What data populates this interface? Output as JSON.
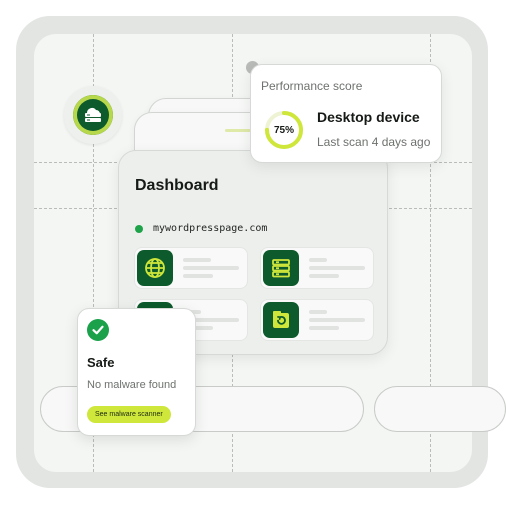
{
  "performance": {
    "label": "Performance score",
    "score_text": "75%",
    "score": 0.75,
    "device": "Desktop device",
    "last_scan": "Last scan 4 days ago"
  },
  "dashboard": {
    "title": "Dashboard",
    "site_url": "mywordpresspage.com",
    "status_color": "#1ea34a",
    "tiles": [
      {
        "icon": "globe-icon"
      },
      {
        "icon": "server-icon"
      },
      {
        "icon": "tile-icon"
      },
      {
        "icon": "backup-restore-icon"
      }
    ]
  },
  "malware": {
    "title": "Safe",
    "subtitle": "No malware found",
    "button_label": "See malware scanner"
  },
  "node_icon": "cloud-server-icon",
  "colors": {
    "brand_green": "#0d5a2c",
    "accent_lime": "#cfe63a",
    "success_green": "#1aa14a"
  }
}
